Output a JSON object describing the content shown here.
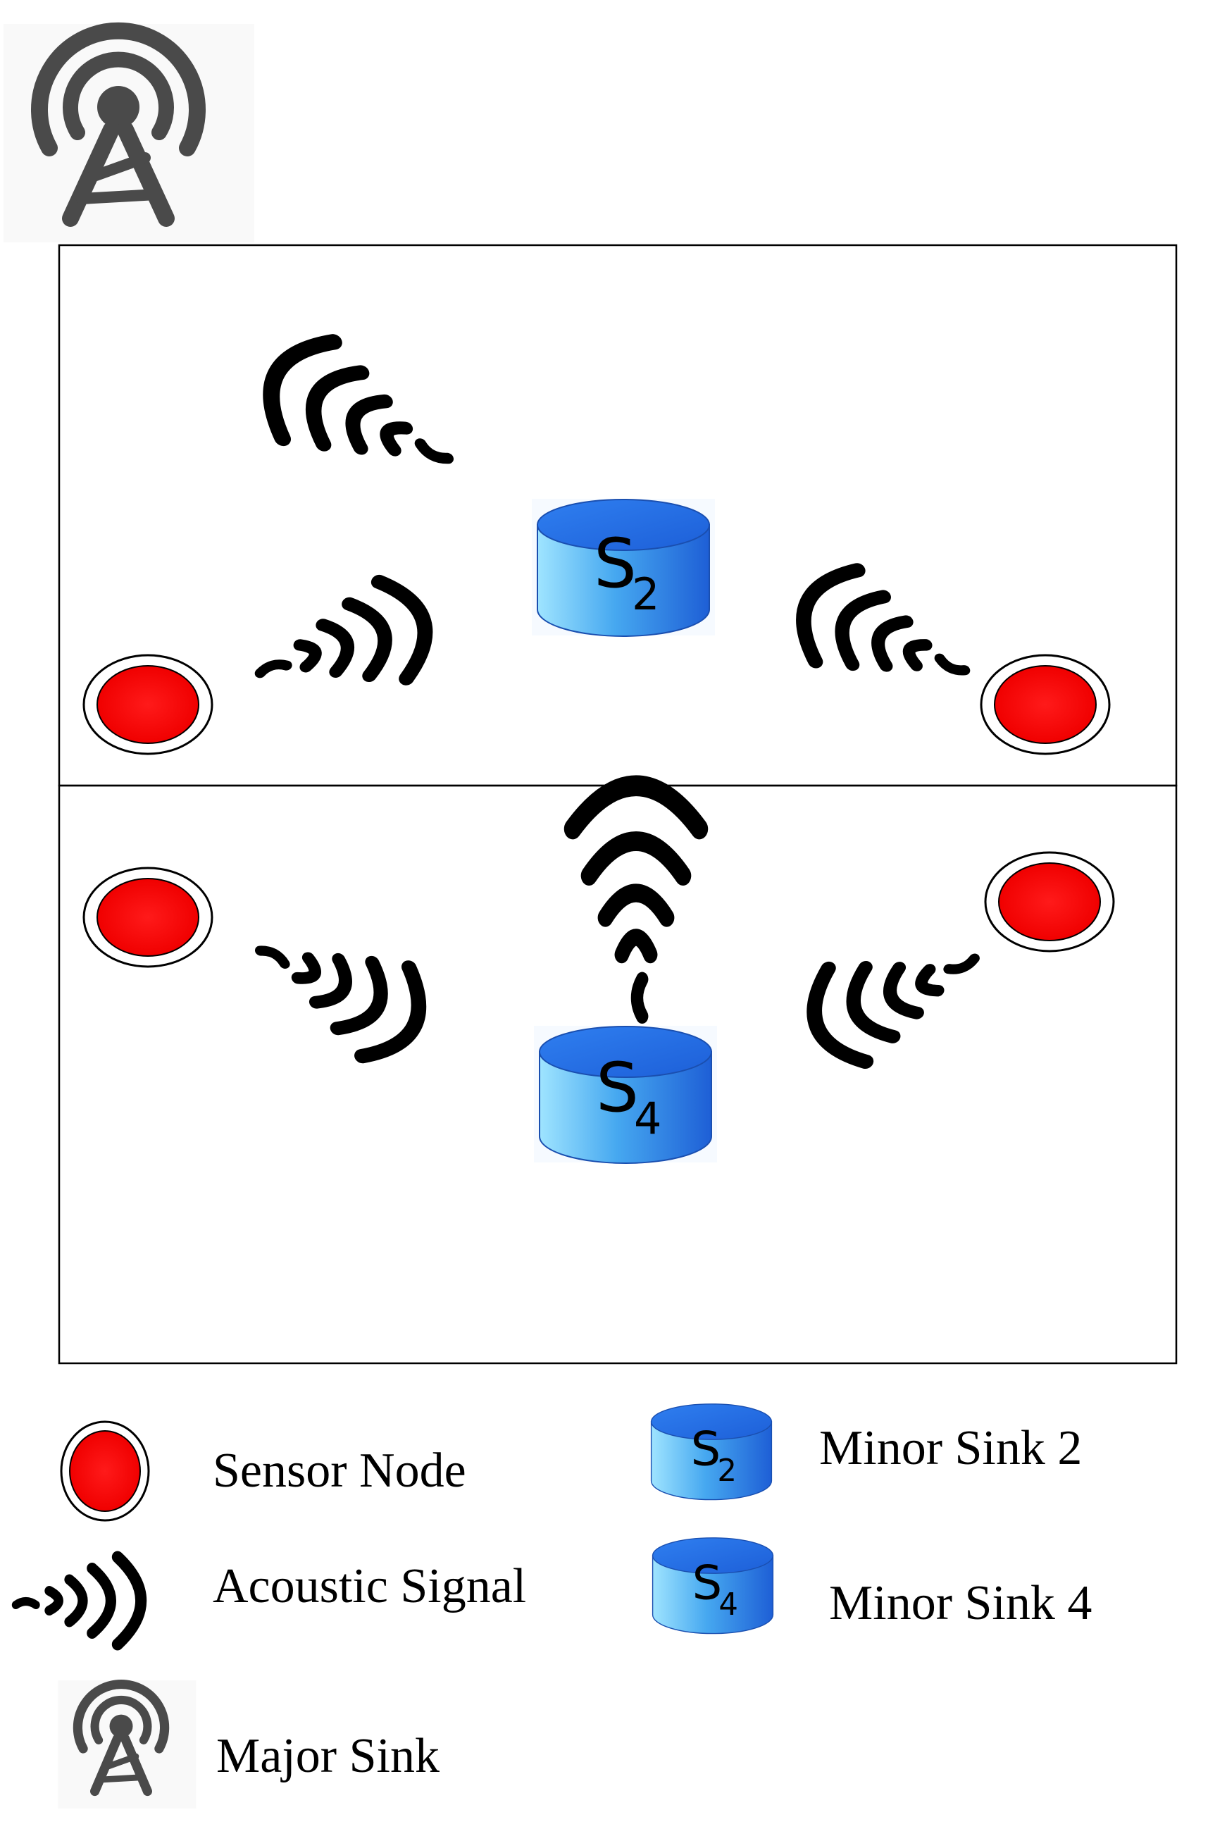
{
  "colors": {
    "sensor_fill": "#ff0000",
    "sink_top": "#5fa8ff",
    "sink_side": "#1e6fe0",
    "sink_light": "#9fd8ff",
    "signal": "#000000",
    "tower": "#4a4a4a"
  },
  "icons": {
    "sensor": "red-circle",
    "sink": "blue-cylinder",
    "signal": "acoustic-arcs",
    "tower": "antenna-tower"
  },
  "sinks": {
    "s2": {
      "letter": "S",
      "sub": "2"
    },
    "s4": {
      "letter": "S",
      "sub": "4"
    }
  },
  "legend": {
    "sensor_node": "Sensor Node",
    "acoustic_signal": "Acoustic Signal",
    "major_sink": "Major Sink",
    "minor_sink_2": "Minor Sink 2",
    "minor_sink_4": "Minor Sink 4"
  }
}
